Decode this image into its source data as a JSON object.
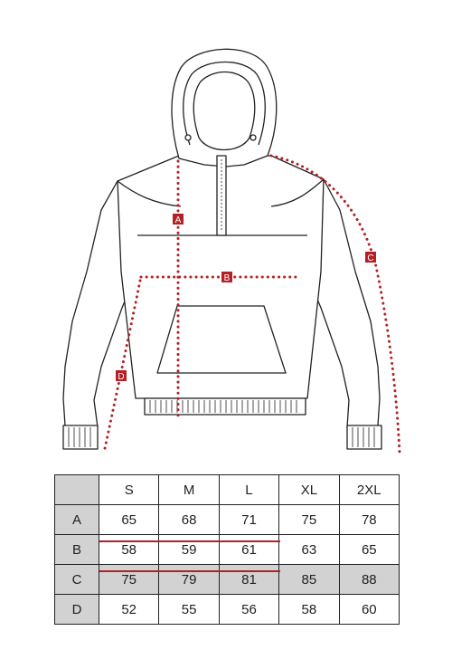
{
  "markers": {
    "a": "A",
    "b": "B",
    "c": "C",
    "d": "D"
  },
  "table": {
    "columns": [
      "S",
      "M",
      "L",
      "XL",
      "2XL"
    ],
    "rows": [
      {
        "label": "A",
        "values": [
          "65",
          "68",
          "71",
          "75",
          "78"
        ]
      },
      {
        "label": "B",
        "values": [
          "58",
          "59",
          "61",
          "63",
          "65"
        ]
      },
      {
        "label": "C",
        "values": [
          "75",
          "79",
          "81",
          "85",
          "88"
        ]
      },
      {
        "label": "D",
        "values": [
          "52",
          "55",
          "56",
          "58",
          "60"
        ]
      }
    ]
  },
  "colors": {
    "measure_red": "#b32025",
    "outline": "#222222",
    "row_shade": "#d2d2d2"
  }
}
